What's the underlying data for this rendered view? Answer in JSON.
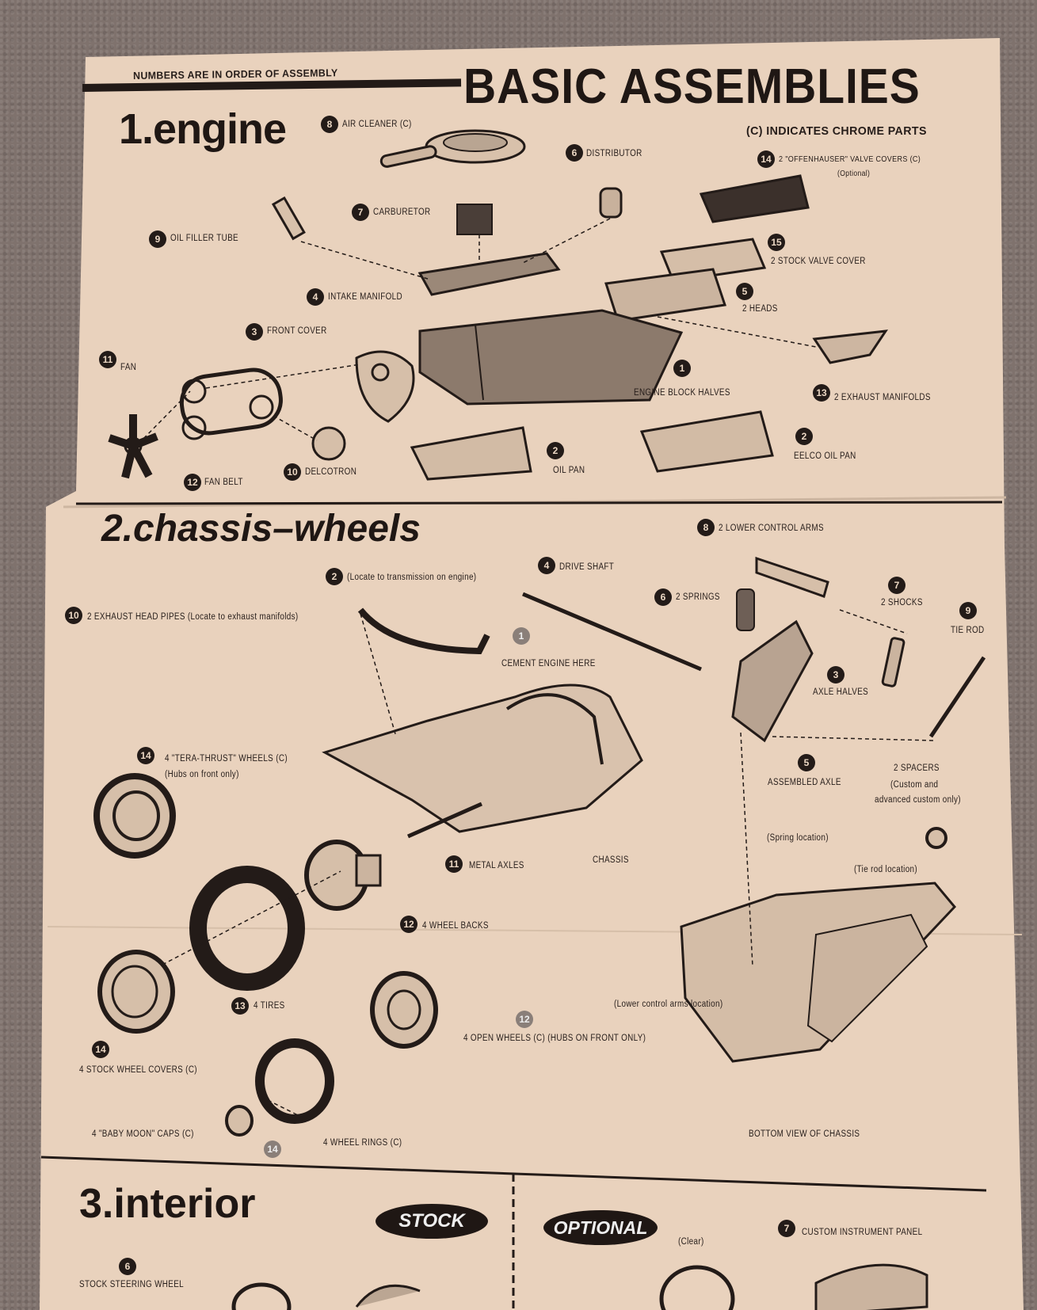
{
  "header": {
    "subtitle": "NUMBERS ARE IN ORDER OF ASSEMBLY",
    "title": "BASIC ASSEMBLIES",
    "chrome_note": "(C) INDICATES CHROME PARTS"
  },
  "engine": {
    "heading": "1.engine",
    "parts": [
      {
        "num": "8",
        "label": "AIR CLEANER (C)"
      },
      {
        "num": "6",
        "label": "DISTRIBUTOR"
      },
      {
        "num": "14",
        "label": "2 \"OFFENHAUSER\" VALVE COVERS (C)"
      },
      {
        "num": "",
        "label": "(Optional)"
      },
      {
        "num": "7",
        "label": "CARBURETOR"
      },
      {
        "num": "9",
        "label": "OIL FILLER TUBE"
      },
      {
        "num": "15",
        "label": "2 STOCK VALVE COVER"
      },
      {
        "num": "4",
        "label": "INTAKE MANIFOLD"
      },
      {
        "num": "5",
        "label": "2 HEADS"
      },
      {
        "num": "3",
        "label": "FRONT COVER"
      },
      {
        "num": "11",
        "label": "FAN"
      },
      {
        "num": "1",
        "label": "ENGINE BLOCK HALVES"
      },
      {
        "num": "13",
        "label": "2 EXHAUST MANIFOLDS"
      },
      {
        "num": "2",
        "label": "OIL PAN"
      },
      {
        "num": "2",
        "label": "EELCO OIL PAN"
      },
      {
        "num": "12",
        "label": "FAN BELT"
      },
      {
        "num": "10",
        "label": "DELCOTRON"
      }
    ]
  },
  "chassis": {
    "heading": "2.chassis–wheels",
    "parts": [
      {
        "num": "8",
        "label": "2 LOWER CONTROL ARMS"
      },
      {
        "num": "4",
        "label": "DRIVE SHAFT"
      },
      {
        "num": "2",
        "label": "(Locate to transmission on engine)"
      },
      {
        "num": "6",
        "label": "2 SPRINGS"
      },
      {
        "num": "7",
        "label": "2 SHOCKS"
      },
      {
        "num": "9",
        "label": "TIE ROD"
      },
      {
        "num": "10",
        "label": "2 EXHAUST HEAD PIPES (Locate to exhaust manifolds)"
      },
      {
        "num": "1",
        "label": "CEMENT ENGINE HERE"
      },
      {
        "num": "3",
        "label": "AXLE HALVES"
      },
      {
        "num": "14",
        "label": "4 \"TERA-THRUST\" WHEELS (C)"
      },
      {
        "num": "",
        "label": "(Hubs on front only)"
      },
      {
        "num": "5",
        "label": "ASSEMBLED AXLE"
      },
      {
        "num": "",
        "label": "2 SPACERS"
      },
      {
        "num": "",
        "label": "(Custom and"
      },
      {
        "num": "",
        "label": "advanced custom only)"
      },
      {
        "num": "",
        "label": "(Spring location)"
      },
      {
        "num": "",
        "label": "(Tie rod location)"
      },
      {
        "num": "11",
        "label": "METAL AXLES"
      },
      {
        "num": "",
        "label": "CHASSIS"
      },
      {
        "num": "12",
        "label": "4 WHEEL BACKS"
      },
      {
        "num": "13",
        "label": "4 TIRES"
      },
      {
        "num": "",
        "label": "(Lower control arms location)"
      },
      {
        "num": "12",
        "label": "4 OPEN WHEELS (C) (Hubs on front only)"
      },
      {
        "num": "14",
        "label": "4 STOCK WHEEL COVERS (C)"
      },
      {
        "num": "",
        "label": "4 \"BABY MOON\" CAPS (C)"
      },
      {
        "num": "14",
        "label": "4 WHEEL RINGS (C)"
      },
      {
        "num": "",
        "label": "BOTTOM VIEW OF CHASSIS"
      }
    ]
  },
  "interior": {
    "heading": "3.interior",
    "stock_label": "STOCK",
    "optional_label": "OPTIONAL",
    "parts": [
      {
        "num": "7",
        "label": "CUSTOM INSTRUMENT PANEL"
      },
      {
        "num": "",
        "label": "(Clear)"
      },
      {
        "num": "6",
        "label": "STOCK STEERING WHEEL"
      }
    ]
  },
  "colors": {
    "paper": "#e9d2bd",
    "ink": "#221a17",
    "carpet": "#7f726d"
  }
}
